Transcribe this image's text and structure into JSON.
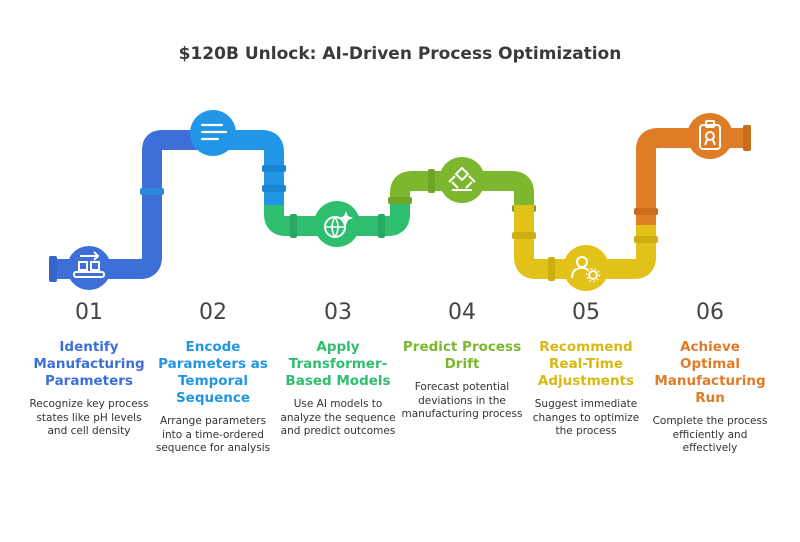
{
  "title": "$120B Unlock: AI-Driven Process Optimization",
  "steps": [
    {
      "num": "01",
      "heading": "Identify Manufacturing Parameters",
      "description": "Recognize key process states like pH levels and cell density",
      "color": "#3e6fd8",
      "icon": "conveyor-icon"
    },
    {
      "num": "02",
      "heading": "Encode Parameters as Temporal Sequence",
      "description": "Arrange parameters into a time-ordered sequence for analysis",
      "color": "#2196e6",
      "icon": "list-lines-icon"
    },
    {
      "num": "03",
      "heading": "Apply Transformer-Based Models",
      "description": "Use AI models to analyze the sequence and predict outcomes",
      "color": "#2fbd6f",
      "icon": "ai-globe-icon"
    },
    {
      "num": "04",
      "heading": "Predict Process Drift",
      "description": "Forecast potential deviations in the manufacturing process",
      "color": "#7cb72e",
      "icon": "drift-arrows-icon"
    },
    {
      "num": "05",
      "heading": "Recommend Real-Time Adjustments",
      "description": "Suggest immediate changes to optimize the process",
      "color": "#e2c118",
      "icon": "user-gear-icon"
    },
    {
      "num": "06",
      "heading": "Achieve Optimal Manufacturing Run",
      "description": "Complete the process efficiently and effectively",
      "color": "#e07b26",
      "icon": "clipboard-badge-icon"
    }
  ]
}
